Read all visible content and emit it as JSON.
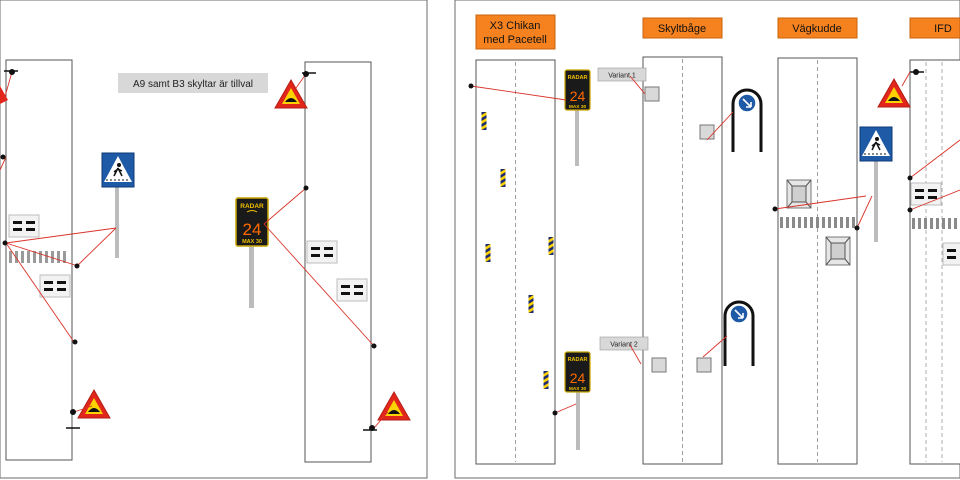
{
  "left_panel": {
    "note": "A9 samt B3 skyltar är tillval",
    "radar_sign": {
      "label": "RADAR",
      "speed": "24",
      "limit": "MAX 30"
    }
  },
  "right_panel": {
    "headers": {
      "chicane_line1": "X3 Chikan",
      "chicane_line2": "med Pacetell",
      "sign_arch": "Skyltbåge",
      "road_cushion": "Vägkudde",
      "ifd": "IFD"
    },
    "variant_1": "Variant 1",
    "variant_2": "Variant 2",
    "radar_sign_top": {
      "label": "RADAR",
      "speed": "24",
      "limit": "MAX 30"
    },
    "radar_sign_bottom": {
      "label": "RADAR",
      "speed": "24",
      "limit": "MAX 30"
    }
  },
  "colors": {
    "header_orange": "#f6821f",
    "leader_red": "#d9342b",
    "warning_red": "#e2261c",
    "warning_yellow": "#fcd200",
    "crossing_blue": "#1f5aa6",
    "led_orange": "#ff6a00"
  },
  "icons": [
    "speed-bump-warning-icon",
    "pedestrian-crossing-icon",
    "keep-right-icon",
    "radar-speed-sign-icon"
  ]
}
